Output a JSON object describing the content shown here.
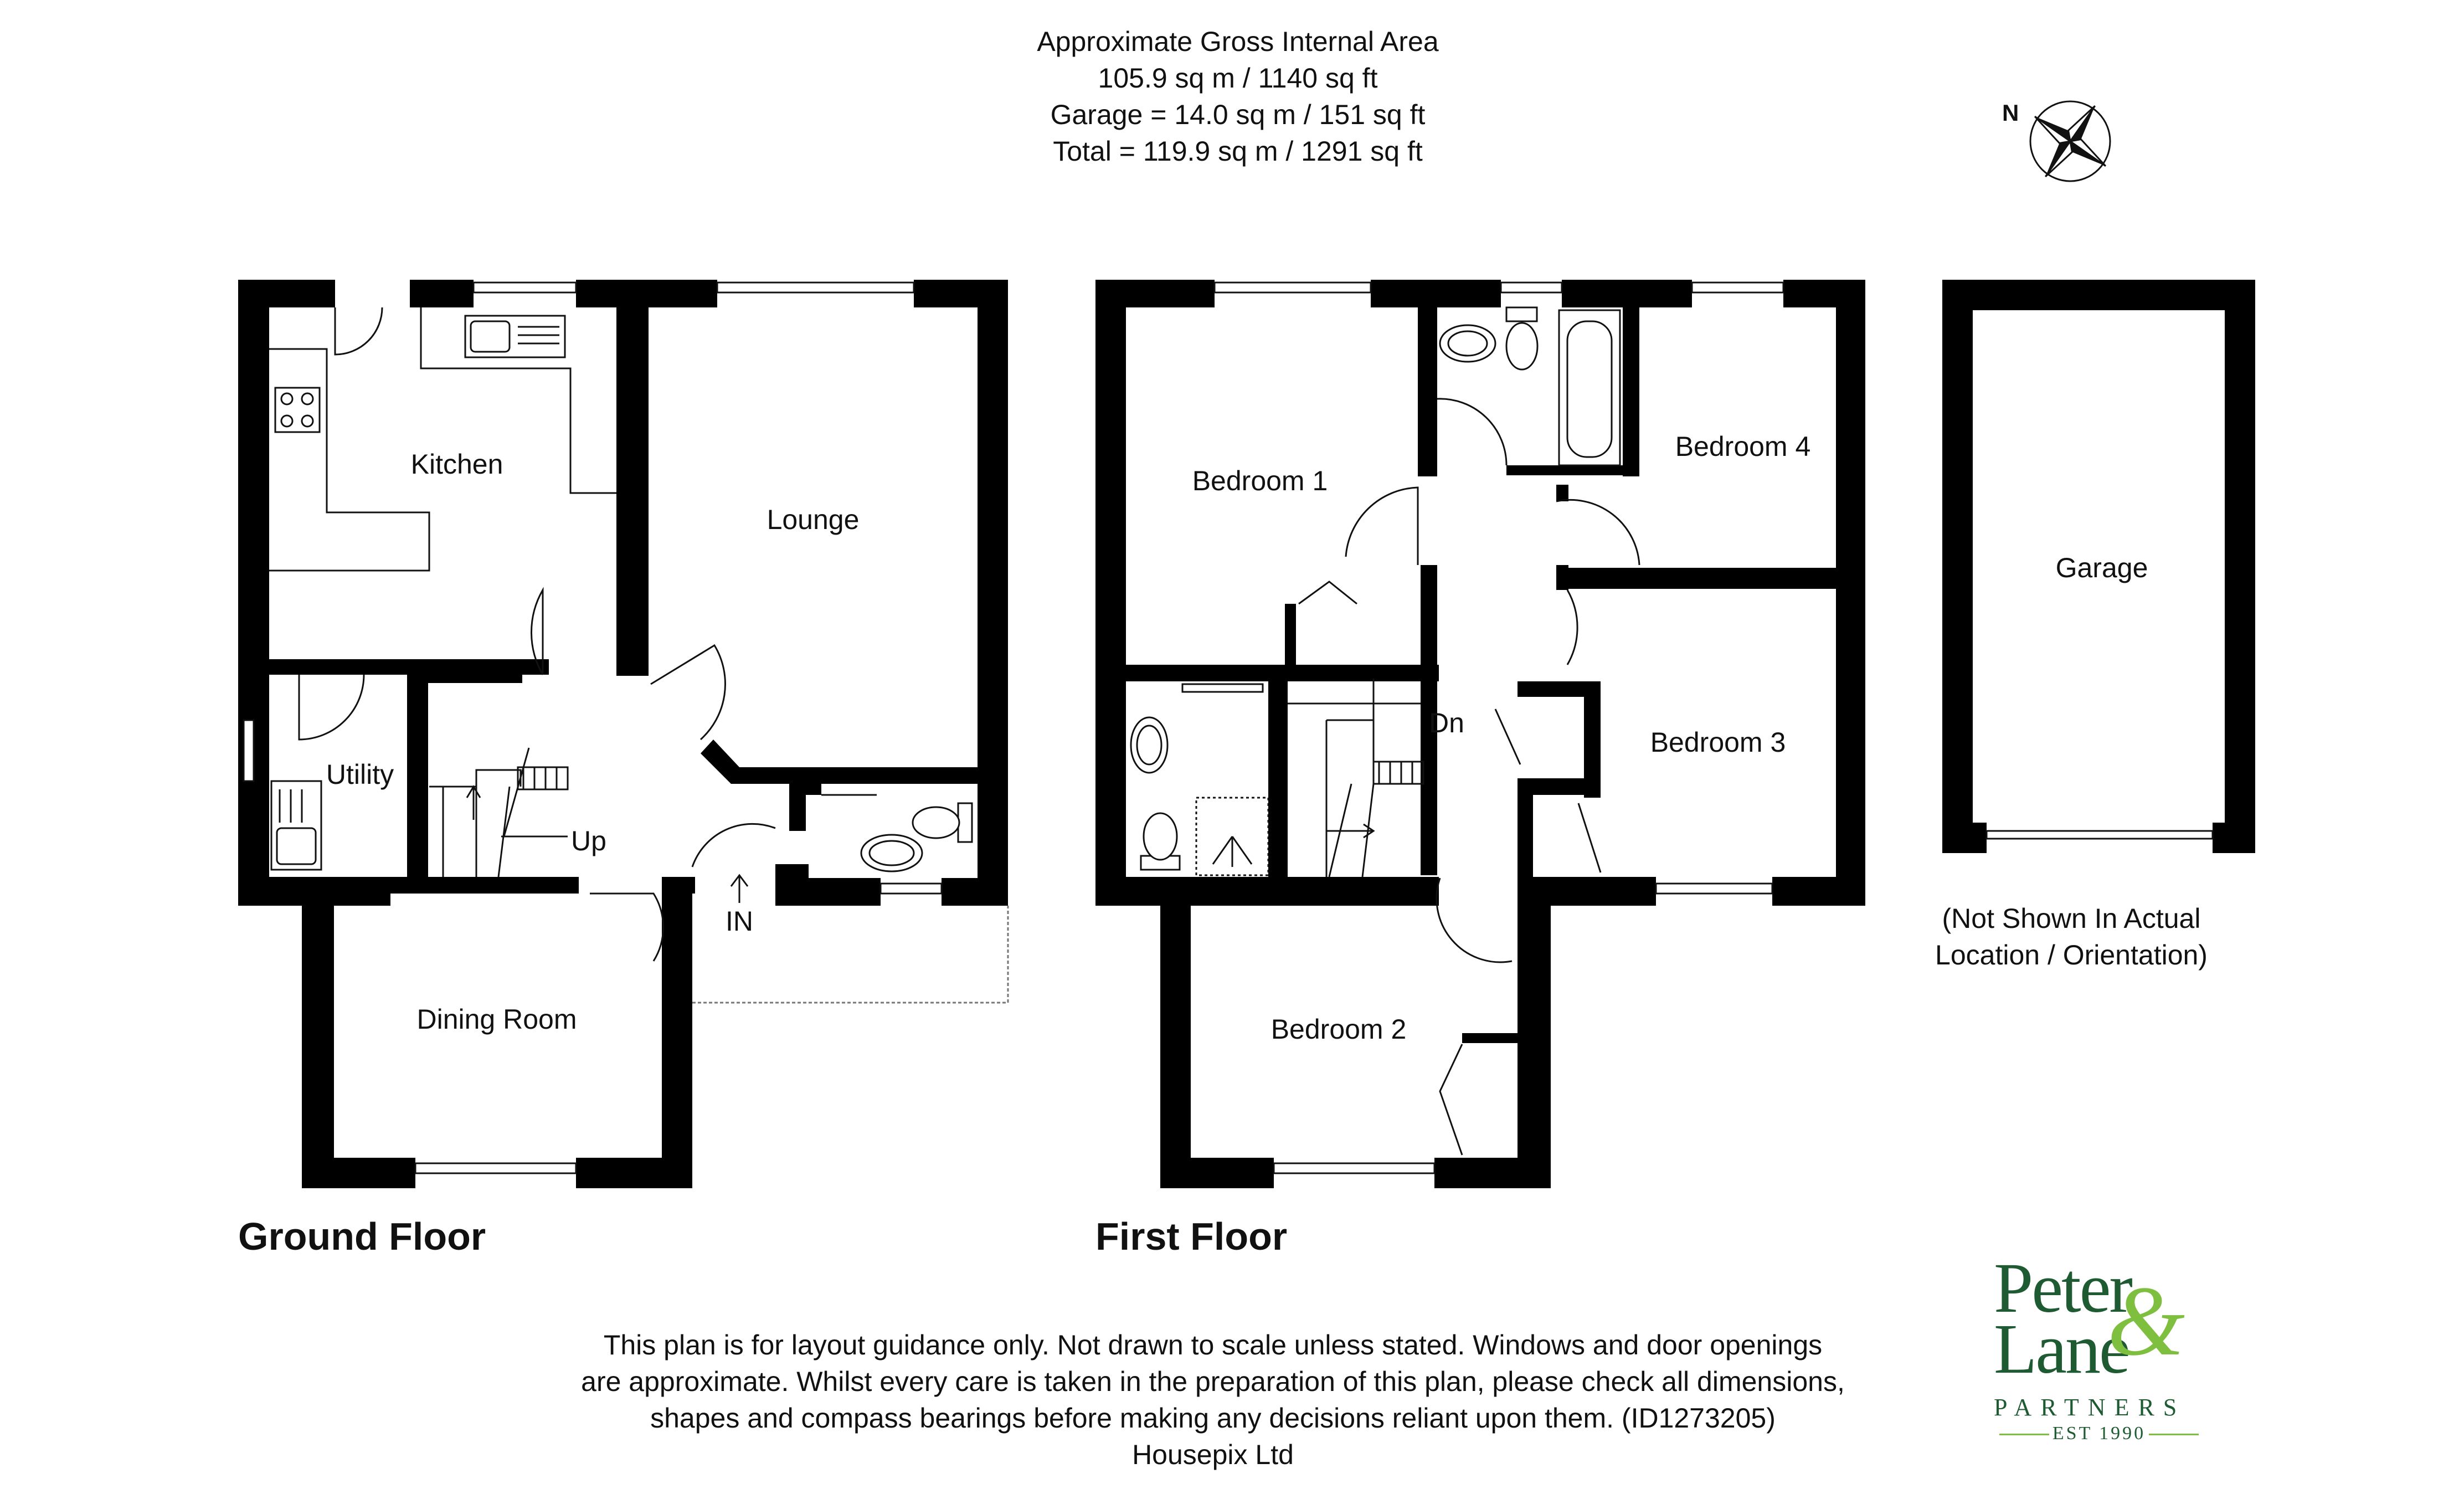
{
  "area": {
    "line1": "Approximate Gross Internal Area",
    "line2": "105.9 sq m / 1140 sq ft",
    "line3": "Garage = 14.0 sq m / 151 sq ft",
    "line4": "Total = 119.9 sq m / 1291 sq ft"
  },
  "compass": {
    "north_label": "N"
  },
  "ground_floor": {
    "title": "Ground Floor",
    "rooms": {
      "kitchen": "Kitchen",
      "lounge": "Lounge",
      "utility": "Utility",
      "up": "Up",
      "in": "IN",
      "dining": "Dining Room"
    }
  },
  "first_floor": {
    "title": "First Floor",
    "rooms": {
      "bedroom1": "Bedroom 1",
      "bedroom2": "Bedroom 2",
      "bedroom3": "Bedroom 3",
      "bedroom4": "Bedroom 4",
      "dn": "Dn"
    }
  },
  "garage": {
    "label": "Garage",
    "note_line1": "(Not Shown In Actual",
    "note_line2": "Location / Orientation)"
  },
  "disclaimer": {
    "line1": "This plan is for layout guidance only. Not drawn to scale unless stated. Windows and door openings",
    "line2": "are approximate. Whilst every care is taken in the preparation of this plan, please check all dimensions,",
    "line3": "shapes and compass bearings before making any decisions reliant upon them. (ID1273205)",
    "line4": "Housepix Ltd"
  },
  "logo": {
    "line1": "Peter",
    "amp": "&",
    "line2": "Lane",
    "partners": "PARTNERS",
    "est": "EST 1990"
  },
  "colors": {
    "wall": "#000000",
    "logo_green": "#1e5a32",
    "logo_lime": "#7fbf3f"
  }
}
